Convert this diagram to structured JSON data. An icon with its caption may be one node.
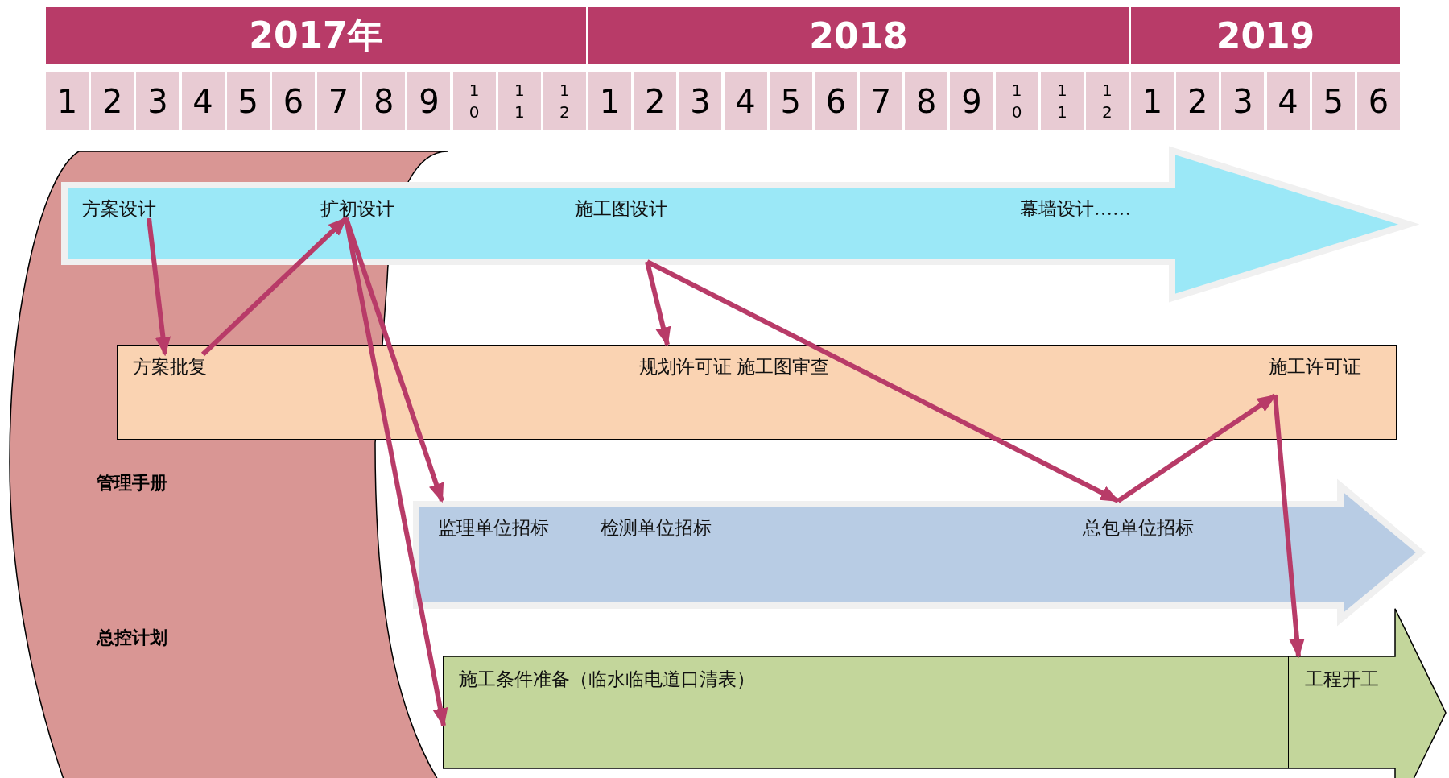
{
  "diagram": {
    "nodes": [
      {
        "text": [],
        "shape": "arrow"
      },
      {
        "text": [
          "方案设计"
        ],
        "in": 0
      },
      {
        "text": [
          "扩初设计"
        ],
        "in": 0
      },
      {
        "text": [
          "施工图设计"
        ],
        "in": 0
      },
      {
        "text": [
          "幕墙设计……"
        ],
        "in": 0
      },
      {
        "text": [],
        "shape": "box"
      },
      {
        "text": [
          "方案批复"
        ],
        "in": 5
      },
      {
        "text": [
          "规划许可证 施工图审查"
        ],
        "in": 5
      },
      {
        "text": [
          "施工许可证"
        ],
        "in": 5
      },
      {
        "text": [],
        "shape": "arrow"
      },
      {
        "text": [
          "监理单位招标"
        ],
        "in": 9
      },
      {
        "text": [
          "检测单位招标"
        ],
        "in": 9
      },
      {
        "text": [
          "总包单位招标"
        ],
        "in": 9
      },
      {
        "text": [],
        "shape": "arrow"
      },
      {
        "text": [
          "施工条件准备（临水临电道口清表）"
        ],
        "in": 13
      },
      {
        "text": [
          "工程开工"
        ],
        "in": 13
      }
    ],
    "edges": [
      {
        "from": 1,
        "to": 6,
        "arrow": "to"
      },
      {
        "from": 6,
        "to": 2,
        "arrow": "to"
      },
      {
        "from": 2,
        "to": 10,
        "arrow": "to"
      },
      {
        "from": 2,
        "to": 14,
        "arrow": "to"
      },
      {
        "from": 3,
        "to": 7,
        "arrow": "to"
      },
      {
        "from": 3,
        "to": 12,
        "arrow": "to"
      },
      {
        "from": 12,
        "to": 8,
        "arrow": "to"
      },
      {
        "from": 8,
        "to": 15,
        "arrow": "to"
      }
    ],
    "labels": [
      "2017年",
      "2018",
      "2019",
      "1",
      "2",
      "3",
      "4",
      "5",
      "6",
      "7",
      "8",
      "9",
      "10",
      "11",
      "12",
      "1",
      "2",
      "3",
      "4",
      "5",
      "6",
      "7",
      "8",
      "9",
      "10",
      "11",
      "12",
      "1",
      "2",
      "3",
      "4",
      "5",
      "6",
      "管理手册",
      "总控计划"
    ]
  }
}
